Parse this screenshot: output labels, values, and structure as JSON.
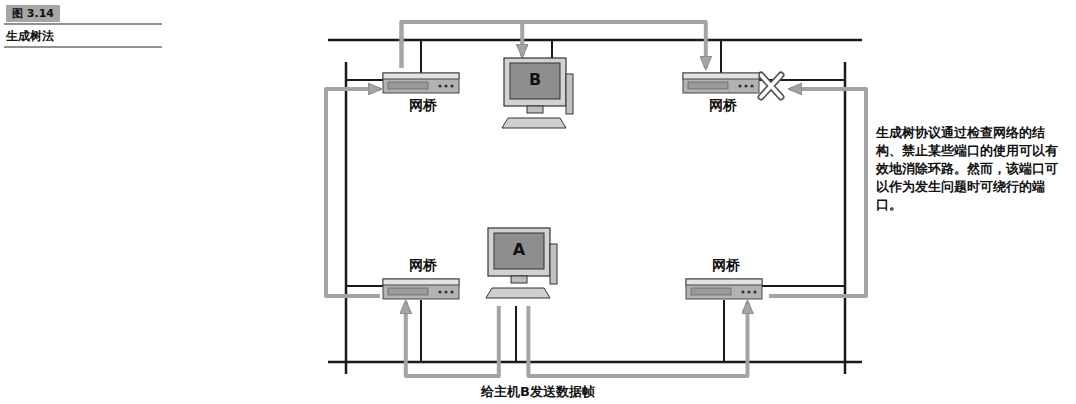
{
  "diagram": {
    "title": "图 3.14",
    "caption": "生成树法",
    "nodes": [
      {
        "text": [
          "网桥"
        ]
      },
      {
        "text": [
          "B"
        ]
      },
      {
        "text": [
          "网桥"
        ]
      },
      {
        "text": [
          "网桥"
        ]
      },
      {
        "text": [
          "A"
        ]
      },
      {
        "text": [
          "网桥"
        ]
      }
    ],
    "edges": [
      {
        "from": 4,
        "to": 3,
        "arrow": "to"
      },
      {
        "from": 4,
        "to": 5,
        "arrow": "to"
      },
      {
        "from": 3,
        "to": 0,
        "arrow": "to"
      },
      {
        "from": 0,
        "to": 1,
        "arrow": "to"
      },
      {
        "from": 0,
        "to": 2,
        "arrow": "to"
      },
      {
        "from": 5,
        "to": 2,
        "arrow": "to"
      }
    ],
    "labels": [
      "生成树协议通过检查网络的结构、禁止某些端口的使用可以有效地消除环路。然而，该端口可以作为发生问题时可绕行的端口。",
      "给主机B发送数据帧"
    ]
  }
}
